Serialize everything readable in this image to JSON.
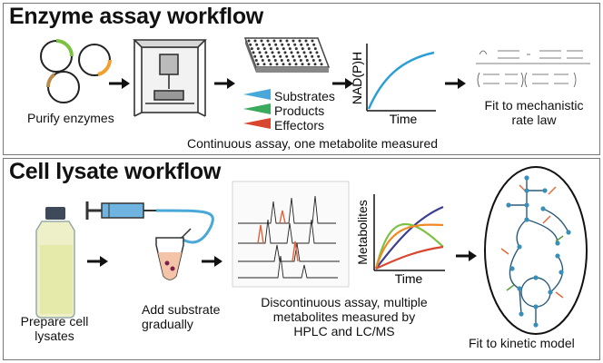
{
  "enzyme_workflow": {
    "title": "Enzyme assay workflow",
    "purify_label": "Purify enzymes",
    "legend": [
      "Substrates",
      "Products",
      "Effectors"
    ],
    "y_axis": "NAD(P)H",
    "x_axis": "Time",
    "assay_caption": "Continuous assay, one metabolite measured",
    "fit_label_line1": "Fit to mechanistic",
    "fit_label_line2": "rate law",
    "colors": {
      "substrates": "#4aa8d8",
      "products": "#3aaa5c",
      "effectors": "#d9462f",
      "curve": "#2a9fd6"
    }
  },
  "lysate_workflow": {
    "title": "Cell lysate workflow",
    "prepare_label_line1": "Prepare cell",
    "prepare_label_line2": "lysates",
    "add_label_line1": "Add substrate",
    "add_label_line2": "gradually",
    "y_axis": "Metabolites",
    "x_axis": "Time",
    "assay_caption_line1": "Discontinuous assay, multiple",
    "assay_caption_line2": "metabolites measured by",
    "assay_caption_line3": "HPLC and LC/MS",
    "fit_label": "Fit to kinetic model",
    "colors": {
      "blue": "#3a3f8f",
      "green": "#7cc242",
      "orange": "#f08a24",
      "red": "#d9462f"
    }
  }
}
